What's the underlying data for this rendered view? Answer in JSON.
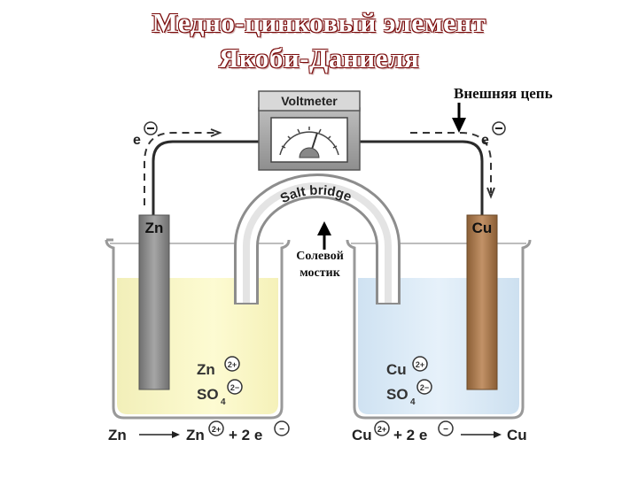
{
  "title": {
    "line1": "Медно-цинковый элемент",
    "line2": "Якоби-Даниеля"
  },
  "annotations": {
    "external_circuit": "Внешняя цепь",
    "salt_bridge_ru_line1": "Солевой",
    "salt_bridge_ru_line2": "мостик"
  },
  "diagram": {
    "voltmeter": "Voltmeter",
    "salt_bridge": "Salt bridge",
    "electron": "e",
    "anode": "Zn",
    "cathode": "Cu",
    "left_ions": {
      "cation": "Zn",
      "cation_charge": "2+",
      "anion": "SO",
      "anion_sub": "4",
      "anion_charge": "2−"
    },
    "right_ions": {
      "cation": "Cu",
      "cation_charge": "2+",
      "anion": "SO",
      "anion_sub": "4",
      "anion_charge": "2−"
    },
    "left_equation": {
      "reactant": "Zn",
      "product": "Zn",
      "product_charge": "2+",
      "plus": "+ 2 e",
      "electron_charge": "−"
    },
    "right_equation": {
      "reactant": "Cu",
      "reactant_charge": "2+",
      "plus": "+ 2 e",
      "electron_charge": "−",
      "product": "Cu"
    }
  },
  "colors": {
    "title_outline": "#7a0b0b",
    "left_solution": "#fbf8c6",
    "right_solution": "#dcecf8",
    "zinc_electrode": "#8e8e8e",
    "copper_electrode": "#a77b50",
    "wire": "#2b2b2b"
  }
}
